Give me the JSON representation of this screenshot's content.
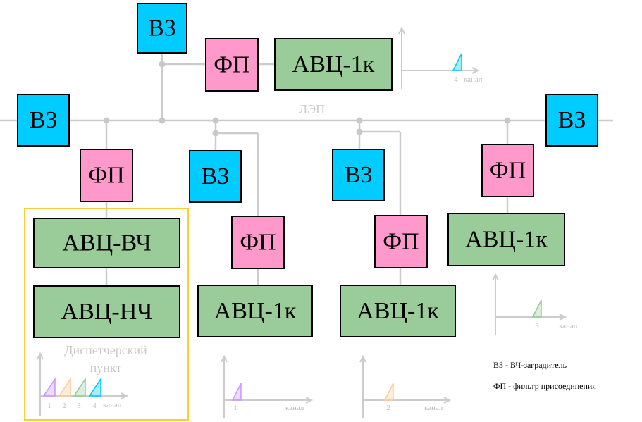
{
  "colors": {
    "vz": "#00ccff",
    "fp": "#ff99cc",
    "avc": "#99cc99",
    "wire": "#cccccc",
    "frame": "#ffcc33",
    "ch1": "#cc99ff",
    "ch2": "#ffcc99",
    "ch3": "#99cc99",
    "ch4": "#00ccff"
  },
  "labels": {
    "vz": "ВЗ",
    "fp": "ФП",
    "avc_1k": "АВЦ-1к",
    "avc_vch": "АВЦ-ВЧ",
    "avc_nch": "АВЦ-НЧ",
    "lep": "ЛЭП",
    "dispatch_line1": "Диспетчерский",
    "dispatch_line2": "пункт",
    "kanal": "канал"
  },
  "channels": [
    "1",
    "2",
    "3",
    "4"
  ],
  "legend": {
    "vz": "ВЗ - ВЧ-заградитель",
    "fp": "ФП - фильтр присоединения"
  }
}
